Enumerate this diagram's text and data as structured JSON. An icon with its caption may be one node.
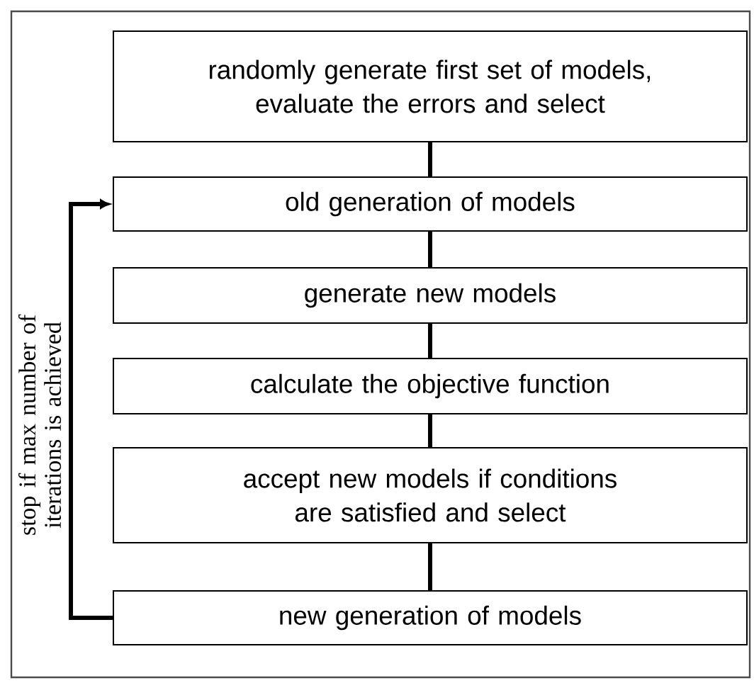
{
  "diagram": {
    "nodes": [
      {
        "text": [
          "randomly generate first set of models, evaluate the errors and select"
        ]
      },
      {
        "text": [
          "old generation of models"
        ]
      },
      {
        "text": [
          "generate new models"
        ]
      },
      {
        "text": [
          "calculate the objective function"
        ]
      },
      {
        "text": [
          "accept new models if conditions are satisfied and select"
        ]
      },
      {
        "text": [
          "new generation of models"
        ]
      }
    ],
    "edges": [
      {
        "from": 0,
        "to": 1,
        "arrow": "none"
      },
      {
        "from": 1,
        "to": 2,
        "arrow": "none"
      },
      {
        "from": 2,
        "to": 3,
        "arrow": "none"
      },
      {
        "from": 3,
        "to": 4,
        "arrow": "none"
      },
      {
        "from": 4,
        "to": 5,
        "arrow": "none"
      },
      {
        "from": 5,
        "to": 1,
        "arrow": "to",
        "label": "stop if max number of iterations is achieved"
      }
    ]
  }
}
